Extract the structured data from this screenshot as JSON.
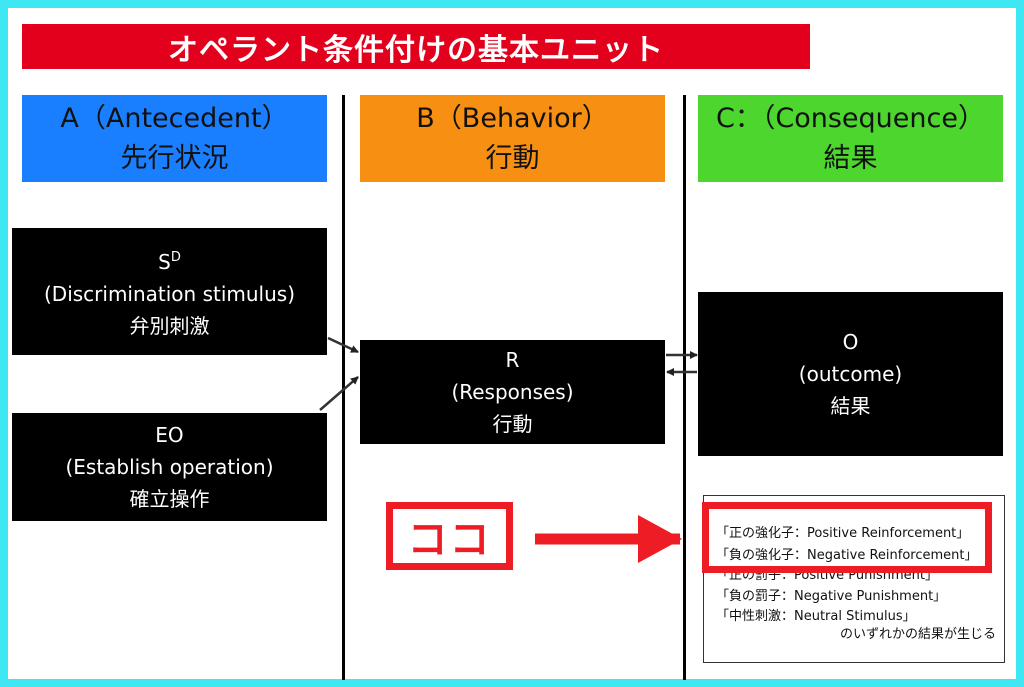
{
  "title": "オペラント条件付けの基本ユニット",
  "columns": [
    {
      "line1": "A（Antecedent）",
      "line2": "先行状況",
      "color": "#1a7fff"
    },
    {
      "line1": "B（Behavior）",
      "line2": "行動",
      "color": "#f78f12"
    },
    {
      "line1": "C：（Consequence）",
      "line2": "結果",
      "color": "#4cd62e"
    }
  ],
  "boxes": {
    "sd": {
      "symbol": "S",
      "sup": "D",
      "en": "(Discrimination stimulus)",
      "jp": "弁別刺激"
    },
    "eo": {
      "symbol": "EO",
      "en": "(Establish operation)",
      "jp": "確立操作"
    },
    "r": {
      "symbol": "R",
      "en": "(Responses)",
      "jp": "行動"
    },
    "o": {
      "symbol": "O",
      "en": "(outcome)",
      "jp": "結果"
    }
  },
  "highlight_label": "ココ",
  "results": {
    "items": [
      "「正の強化子：Positive Reinforcement」",
      "「負の強化子：Negative Reinforcement」",
      "「正の罰子：Positive Punishment」",
      "「負の罰子：Negative Punishment」",
      "「中性刺激：Neutral Stimulus」"
    ],
    "note": "のいずれかの結果が生じる"
  },
  "colors": {
    "frame": "#3ee8f2",
    "title": "#e3001c",
    "highlight": "#ee1c25"
  }
}
